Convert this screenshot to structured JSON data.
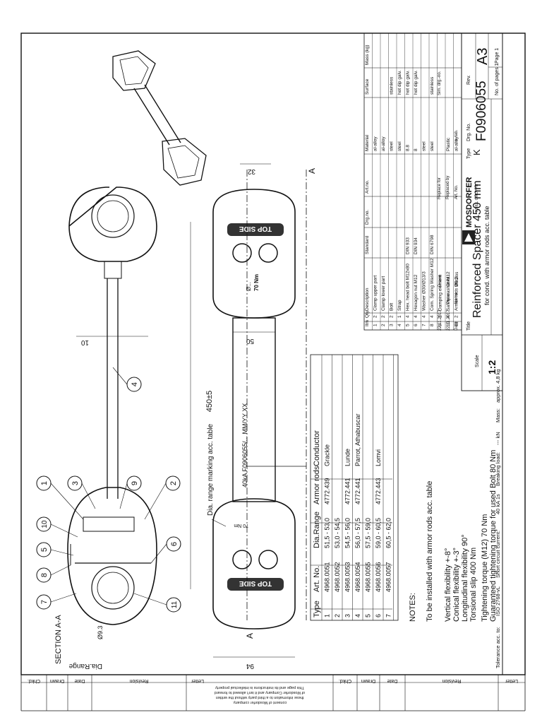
{
  "section_label": "SECTION A-A",
  "cut_marker": "A",
  "dimensions": {
    "dia_range": "Dia.Range",
    "d93": "Ø9.3",
    "d94": "94",
    "d10": "10",
    "d50": "50",
    "d32": "32",
    "d450": "450±5"
  },
  "callouts": [
    "1",
    "2",
    "3",
    "4",
    "5",
    "6",
    "7",
    "8",
    "9",
    "10",
    "11"
  ],
  "clamp_text": {
    "top_side": "TOP SIDE",
    "torque_mark": "70 Nm",
    "dia_symbol": "Ø..."
  },
  "rod_marking": "40kA F0906055/...  MM/YY  XX",
  "dia_note": "Dia. range marking acc. table",
  "type_table": {
    "headers": [
      "Type",
      "Art. No.",
      "Dia.Range",
      "Armor rods",
      "Conductor"
    ],
    "rows": [
      [
        "1",
        "4968.0051",
        "51,5 - 53,0",
        "4772.439",
        "Grackle"
      ],
      [
        "2",
        "4968.0052",
        "53,0 - 54,5",
        "",
        ""
      ],
      [
        "3",
        "4968.0053",
        "54,5 - 56,0",
        "4772.441",
        "Lunde"
      ],
      [
        "4",
        "4968.0054",
        "56,0 - 57,5",
        "4772.441",
        "Parrot, Athabuscar"
      ],
      [
        "5",
        "4968.0055",
        "57,5 - 59,0",
        "",
        ""
      ],
      [
        "6",
        "4968.0056",
        "59,0 - 60,5",
        "4772.443",
        "Lomvi"
      ],
      [
        "7",
        "4968.0057",
        "60,5 - 62,0",
        "",
        ""
      ]
    ]
  },
  "notes": {
    "heading": "NOTES:",
    "armor": "To be installed with armor rods acc. table",
    "flex": [
      "Vertical flexibility +-8°",
      "Conical flexibility +-3°",
      "Longitudinal flexibility 90°",
      "Torsional slip 400 Nm"
    ],
    "torque": [
      "Tightening torque (M12) 70 Nm",
      "Guaranteed tightening torque for used Bolt 80 Nm"
    ]
  },
  "bottom_bar": {
    "tolerance": "Tolerance acc. to:",
    "iso": "ISO 2768-vL",
    "short_circuit": "Short circuit current:",
    "sc_value": "40 kA 1s",
    "breaking": "Breaking load:",
    "breaking_value": "--- kN",
    "mass": "Mass:",
    "mass_value": "approx. 4,8 kg"
  },
  "revision_block": {
    "letter": "Letter",
    "revision": "Revision",
    "date": "Date",
    "drawn": "Drawn",
    "chkd": "Chkd.",
    "ownership": [
      "This page and its instructions is intellectual property",
      "of Mosdorfer Company and it isn't allowed to forward",
      "these information to a third party without the written",
      "consent of Mosdorfer company."
    ]
  },
  "bom": {
    "headers": [
      "Itm",
      "Qty",
      "Description",
      "Standard",
      "Drg.no.",
      "Art.no.",
      "Material",
      "Surface",
      "Mass (kg)"
    ],
    "rows": [
      [
        "11",
        "2",
        "Armor rods Ø9.3",
        "",
        "",
        "",
        "al-alloy",
        "",
        ""
      ],
      [
        "10",
        "4",
        "Safety washer M12",
        "",
        "",
        "",
        "Plastic",
        "",
        ""
      ],
      [
        "9",
        "2",
        "Damping element",
        "",
        "",
        "",
        "",
        "",
        ""
      ],
      [
        "8",
        "4",
        "Com. Spring Washer M12",
        "DIN 6798",
        "",
        "",
        "steel",
        "stainless",
        ""
      ],
      [
        "7",
        "4",
        "Washer Ø30/Ø13/3",
        "",
        "",
        "",
        "steel",
        "",
        ""
      ],
      [
        "6",
        "4",
        "Hexagon nut M12",
        "DIN 934",
        "",
        "",
        "8",
        "hot dip galv.",
        ""
      ],
      [
        "5",
        "4",
        "Hex. head bolt M12x80",
        "DIN 933",
        "",
        "",
        "8.8",
        "hot dip galv.",
        ""
      ],
      [
        "4",
        "1",
        "Strap",
        "",
        "",
        "",
        "steel",
        "hot dip galv.",
        ""
      ],
      [
        "3",
        "2",
        "Bolt",
        "",
        "",
        "",
        "steel",
        "stainless",
        ""
      ],
      [
        "2",
        "2",
        "Clamp lower part",
        "",
        "",
        "",
        "al-alloy",
        "",
        ""
      ],
      [
        "1",
        "2",
        "Clamp upper part",
        "",
        "",
        "",
        "al-alloy",
        "",
        ""
      ]
    ]
  },
  "title_block": {
    "company": "MOSDORFER",
    "group": "KNILL GRUPPE",
    "title_label": "Title",
    "title": "Reinforced Spacer 450 mm",
    "subtitle": "for cond. with armor rods acc. table",
    "date_label": "Date",
    "name_label": "Name",
    "drawn_label": "Drawn",
    "drawn_date": "22.11.2017",
    "drawn_name": "Peter",
    "chkd_label": "Chkd.",
    "chkd_date": "22.11.2017",
    "chkd_name": "Wetzlos",
    "replace_for": "Replace for",
    "replaced_by": "Replaced by",
    "art_no": "Art. No.",
    "s_tab": "s. tab.",
    "sim_drg": "Sim. drg.-no.",
    "scale_label": "Scale",
    "scale": "1:2",
    "type_label": "Type",
    "type": "K",
    "drg_no_label": "Drg. No.",
    "drg_no": "F0906055",
    "rev_label": "Rev.",
    "size": "A3",
    "pages": "No. of pages 1",
    "page": "Page 1",
    "s_tab_top": "s. tab"
  }
}
